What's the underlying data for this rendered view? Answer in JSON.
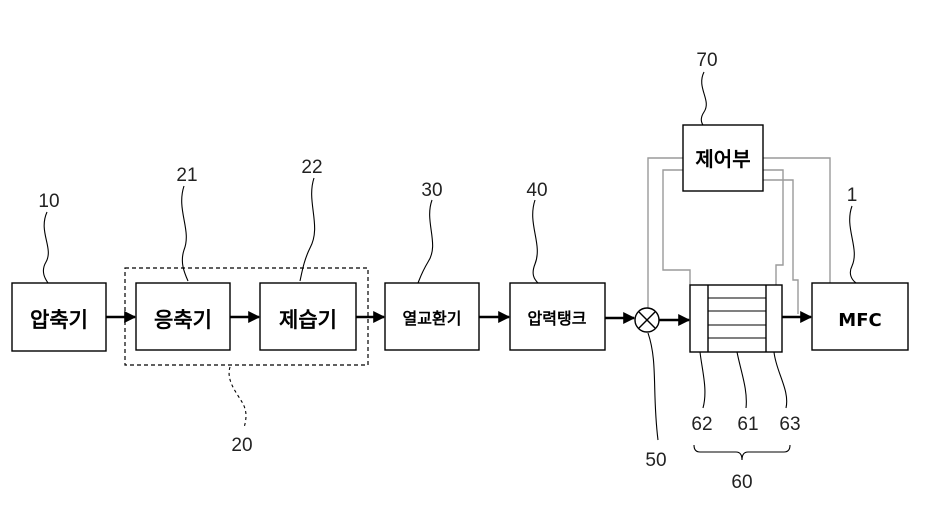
{
  "blocks": {
    "compressor": "압축기",
    "condenser": "응축기",
    "dehumidifier": "제습기",
    "heat_exchanger": "열교환기",
    "pressure_tank": "압력탱크",
    "controller": "제어부",
    "mfc": "MFC"
  },
  "refs": {
    "compressor": "10",
    "dryer_group": "20",
    "condenser": "21",
    "dehumidifier": "22",
    "heat_exchanger": "30",
    "pressure_tank": "40",
    "valve": "50",
    "sensor_unit": "60",
    "sensor_body": "61",
    "sensor_inlet": "62",
    "sensor_outlet": "63",
    "controller": "70",
    "mfc": "1"
  }
}
